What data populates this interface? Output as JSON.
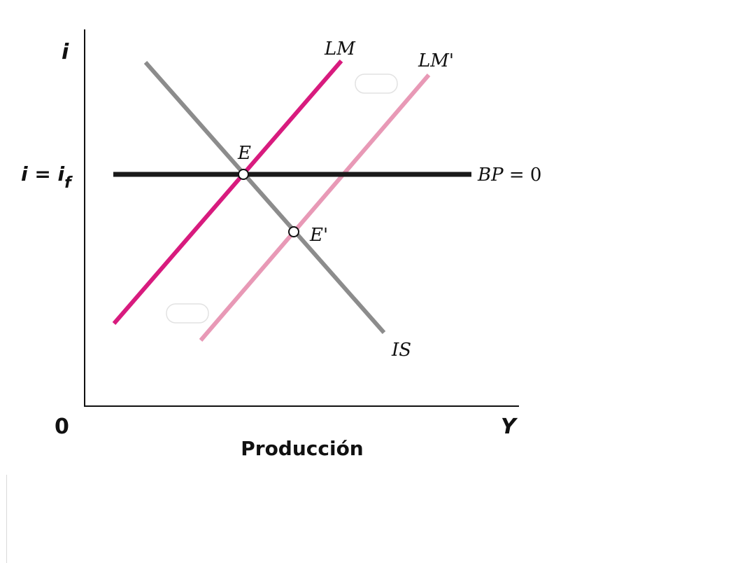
{
  "axes": {
    "y_label": "i",
    "origin_label": "0",
    "x_label": "Y",
    "x_title": "Producción",
    "y_tick_prefix": "i = i",
    "y_tick_subscript": "f"
  },
  "curves": {
    "lm": {
      "label": "LM",
      "color": "#d81b7e"
    },
    "lm_prime": {
      "label": "LM'",
      "color": "#e899b6"
    },
    "is": {
      "label": "IS",
      "color": "#8c8c8c"
    },
    "bp": {
      "label_italic": "BP",
      "label_rest": " = 0",
      "color": "#1a1a1a"
    }
  },
  "points": {
    "e": {
      "label": "E"
    },
    "e_prime": {
      "label": "E'"
    }
  },
  "chart_data": {
    "type": "line",
    "xlabel": "Producción",
    "ylabel": "i",
    "series": [
      {
        "name": "IS",
        "slope": "negative"
      },
      {
        "name": "LM",
        "slope": "positive"
      },
      {
        "name": "LM'",
        "slope": "positive"
      },
      {
        "name": "BP = 0",
        "slope": "horizontal"
      }
    ],
    "annotations": [
      "E",
      "E'"
    ]
  }
}
